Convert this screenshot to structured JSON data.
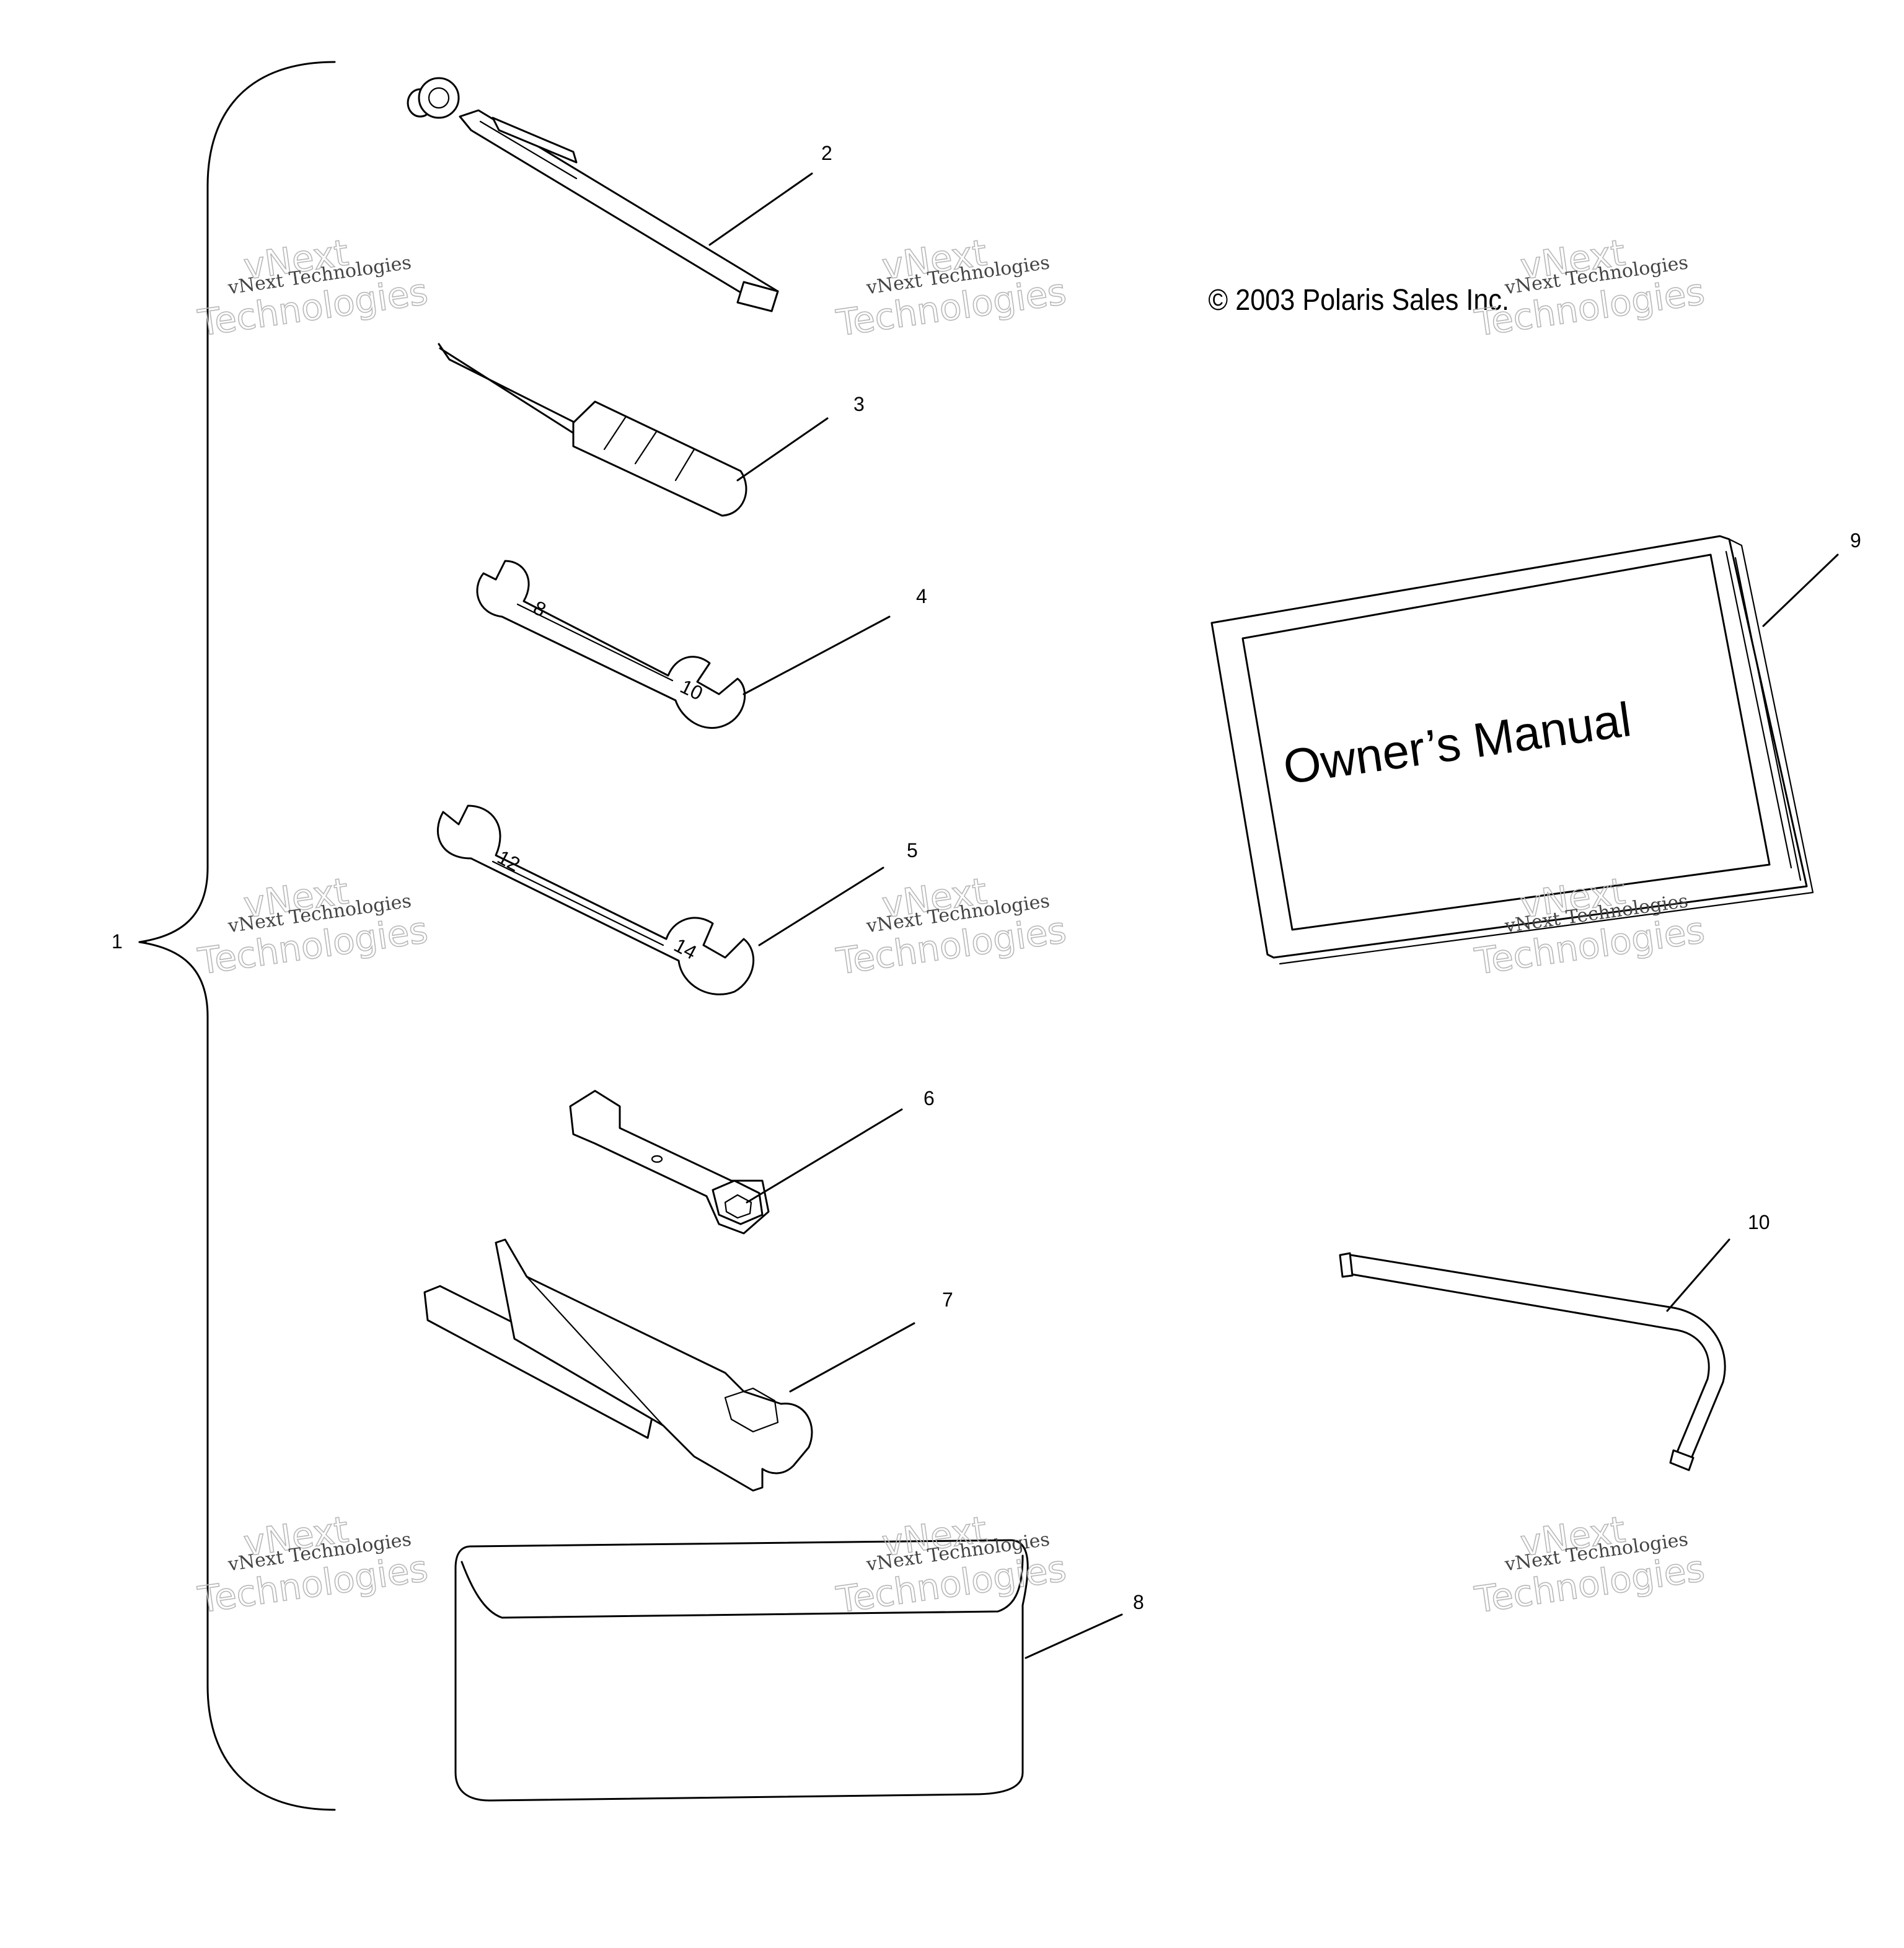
{
  "copyright": "© 2003 Polaris Sales Inc.",
  "manual_cover_text": "Owner’s Manual",
  "callouts": {
    "c1": "1",
    "c2": "2",
    "c3": "3",
    "c4": "4",
    "c5": "5",
    "c6": "6",
    "c7": "7",
    "c8": "8",
    "c9": "9",
    "c10": "10"
  },
  "wrench_size_marks": {
    "small_end_a": "8",
    "small_end_b": "10",
    "large_end_a": "12",
    "large_end_b": "14"
  },
  "watermark": {
    "brand": "vNext",
    "line": "vNext Technologies",
    "big": "Technologies"
  }
}
